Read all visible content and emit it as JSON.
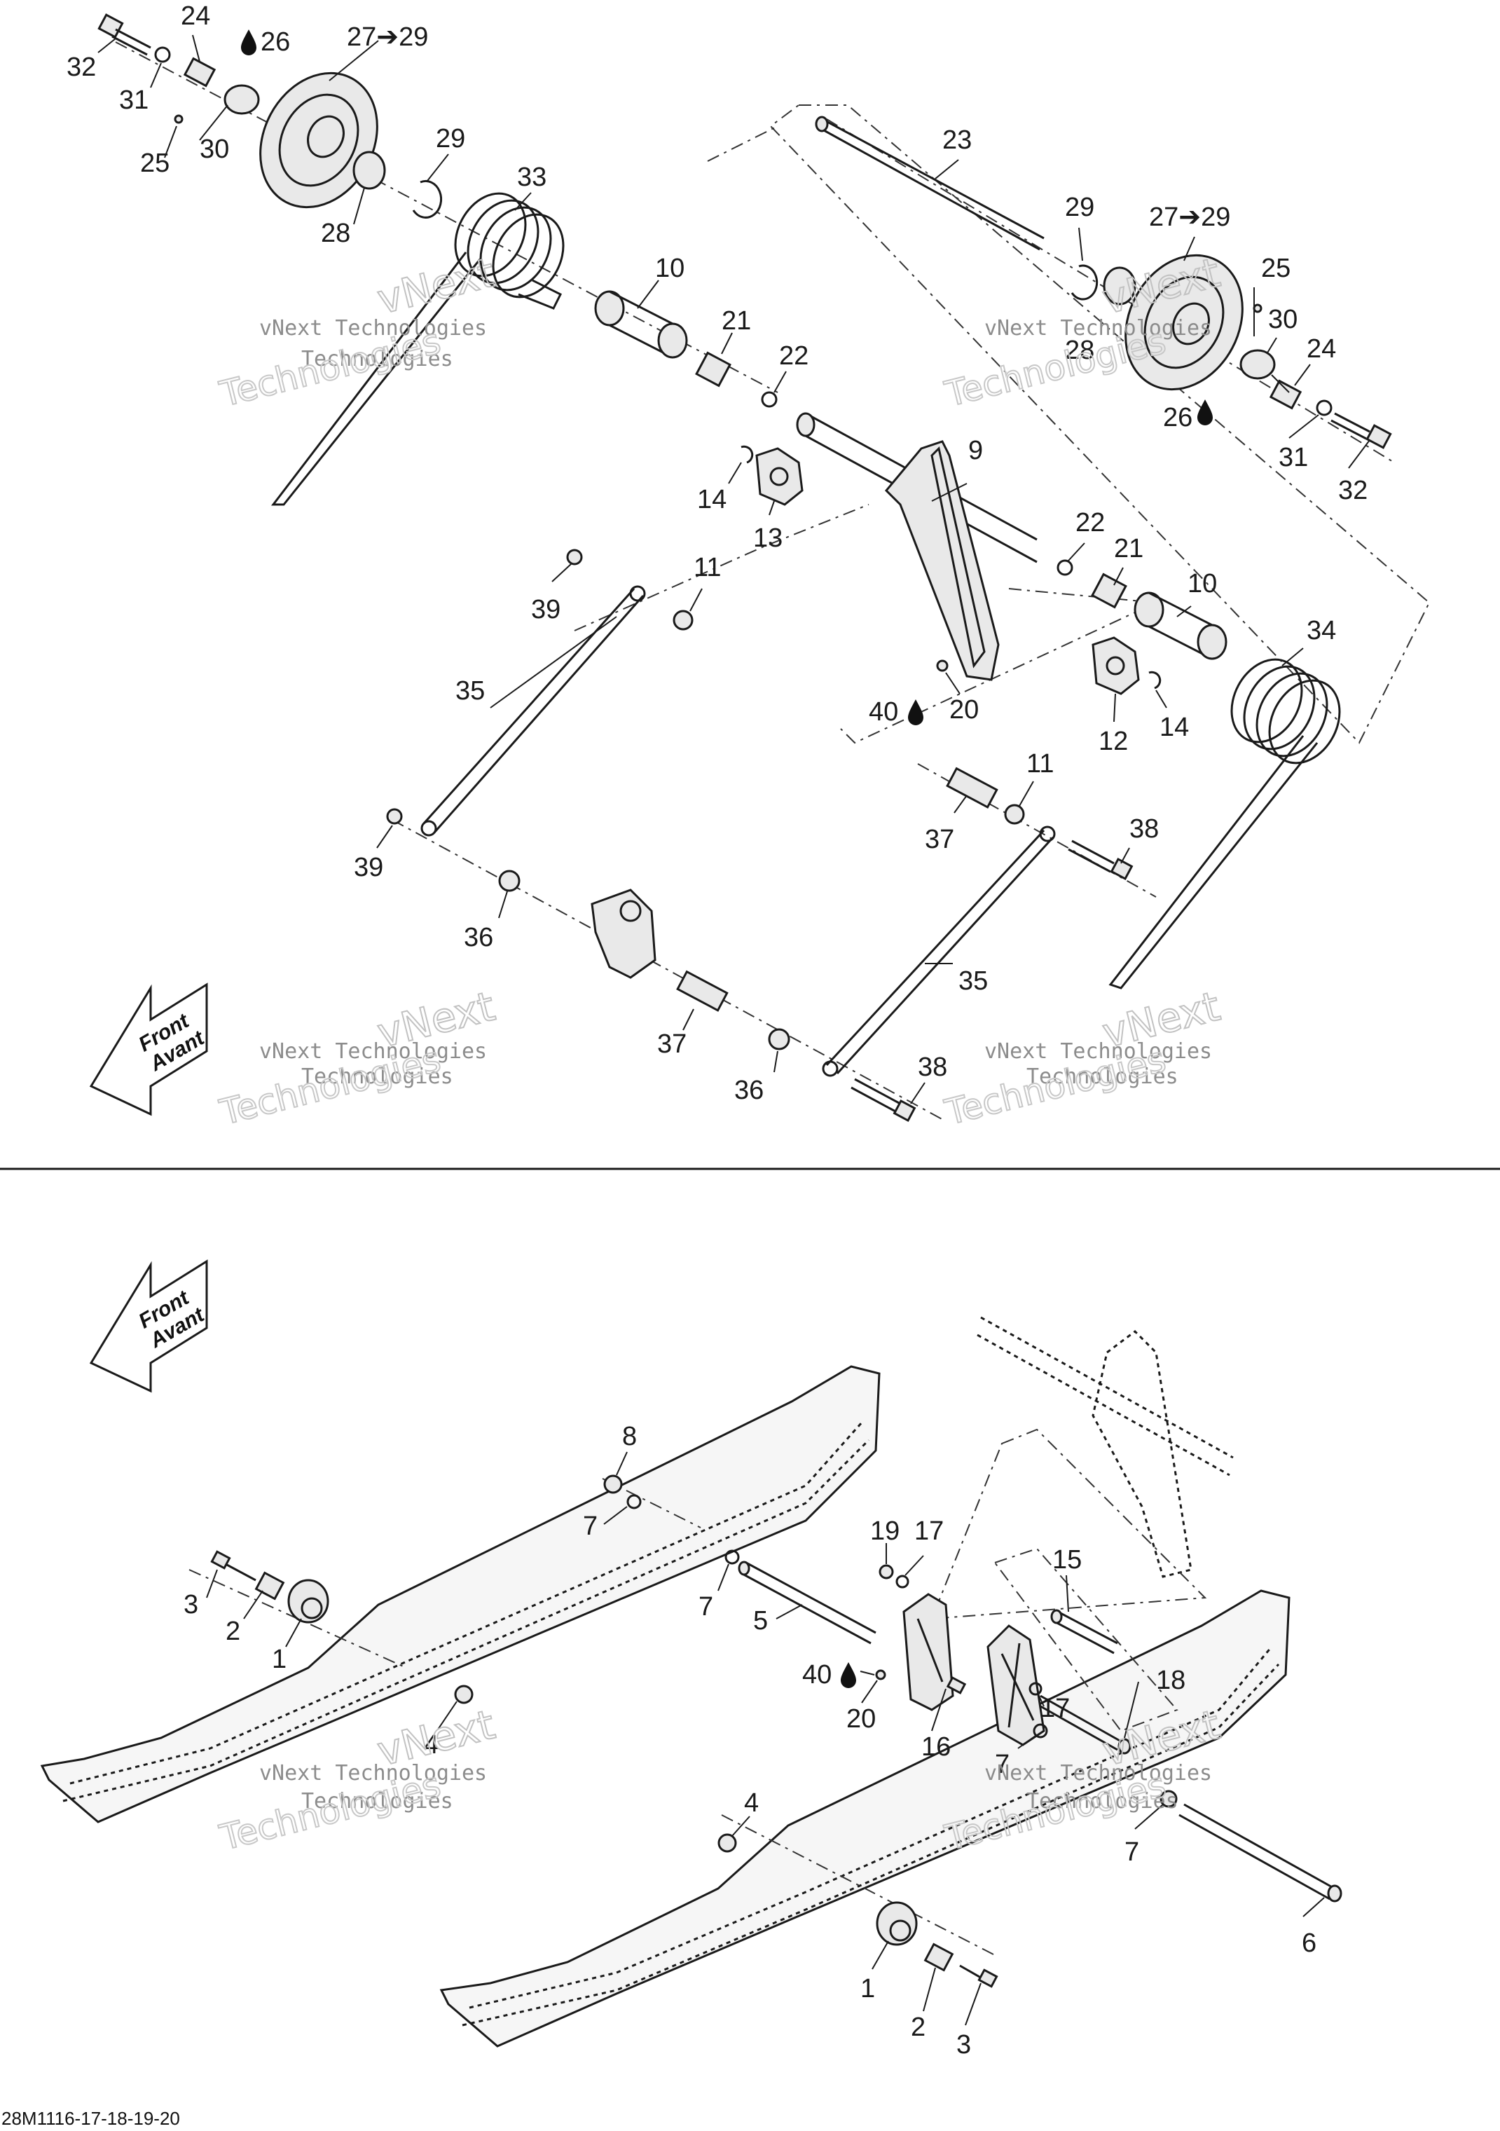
{
  "document_code": "28M1116-17-18-19-20",
  "watermark": {
    "company_line": "vNext Technologies",
    "brand_top": "vNext",
    "brand_bottom": "Technologies"
  },
  "front_arrow": {
    "line1": "Front",
    "line2": "Avant"
  },
  "callouts_top": {
    "c32a": "32",
    "c24a": "24",
    "c26a": "26",
    "c27a": "27➔29",
    "c31a": "31",
    "c25a": "25",
    "c30a": "30",
    "c29a": "29",
    "c28a": "28",
    "c33": "33",
    "c10a": "10",
    "c21a": "21",
    "c22a": "22",
    "c23": "23",
    "c29b": "29",
    "c27b": "27➔29",
    "c25b": "25",
    "c30b": "30",
    "c28b": "28",
    "c24b": "24",
    "c26b": "26",
    "c31b": "31",
    "c32b": "32",
    "c9": "9",
    "c14a": "14",
    "c13": "13",
    "c22b": "22",
    "c21b": "21",
    "c10b": "10",
    "c11a": "11",
    "c39a": "39",
    "c34": "34",
    "c35a": "35",
    "c40a": "40",
    "c20a": "20",
    "c12": "12",
    "c14b": "14",
    "c11b": "11",
    "c37a": "37",
    "c38a": "38",
    "c39b": "39",
    "c36a": "36",
    "c35b": "35",
    "c37b": "37",
    "c36b": "36",
    "c38b": "38"
  },
  "callouts_bottom": {
    "c8": "8",
    "c7a": "7",
    "c19": "19",
    "c17a": "17",
    "c15": "15",
    "c3a": "3",
    "c2a": "2",
    "c1a": "1",
    "c7b": "7",
    "c5": "5",
    "c40b": "40",
    "c20b": "20",
    "c16": "16",
    "c17b": "17",
    "c18": "18",
    "c4a": "4",
    "c7c": "7",
    "c4b": "4",
    "c7d": "7",
    "c6": "6",
    "c1b": "1",
    "c2b": "2",
    "c3b": "3"
  }
}
